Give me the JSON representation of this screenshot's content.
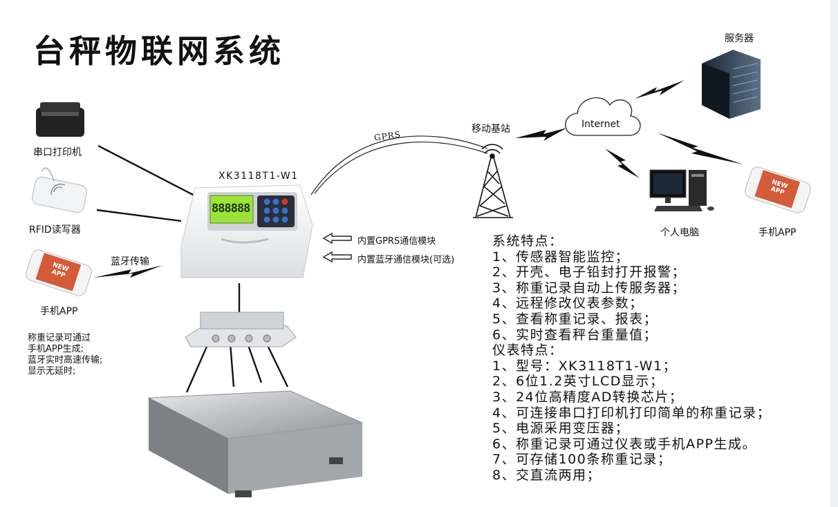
{
  "title": "台秤物联网系统",
  "devices": {
    "printer_label": "串口打印机",
    "rfid_label": "RFID读写器",
    "phone_left_label": "手机APP",
    "phone_right_label": "手机APP",
    "pc_label": "个人电脑",
    "server_label": "服务器",
    "base_station_label": "移动基站",
    "cloud_label": "Internet",
    "instrument_model": "XK3118T1-W1",
    "lcd_digits": "888888",
    "phone_screen_text": "NEW APP"
  },
  "links": {
    "gprs_label": "GPRS",
    "bluetooth_label": "蓝牙传输"
  },
  "modules": [
    "内置GPRS通信模块",
    "内置蓝牙通信模块(可选)"
  ],
  "note_lines": [
    "称重记录可通过",
    "手机APP生成;",
    "蓝牙实时高速传输;",
    "显示无延时;"
  ],
  "system_features": {
    "heading": "系统特点：",
    "items": [
      "1、传感器智能监控；",
      "2、开壳、电子铅封打开报警；",
      "3、称重记录自动上传服务器；",
      "4、远程修改仪表参数；",
      "5、查看称重记录、报表；",
      "6、实时查看秤台重量值；"
    ]
  },
  "instrument_features": {
    "heading": "仪表特点：",
    "items": [
      "1、型号：XK3118T1-W1；",
      "2、6位1.2英寸LCD显示；",
      "3、24位高精度AD转换芯片；",
      "4、可连接串口打印机打印简单的称重记录；",
      "5、电源采用变压器；",
      "6、称重记录可通过仪表或手机APP生成。",
      "7、可存储100条称重记录；",
      "8、交直流两用；"
    ]
  },
  "colors": {
    "lcd_green": "#9be33a",
    "key_blue": "#3a6fd0",
    "key_red": "#d9342b",
    "phone_screen": "#d35b3a",
    "cloud_stroke": "#444444"
  }
}
